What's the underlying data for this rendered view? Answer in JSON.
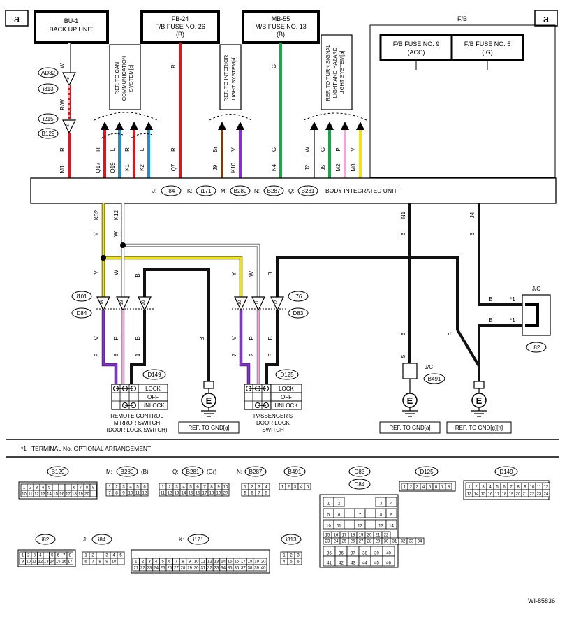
{
  "page": {
    "corner_left": "a",
    "corner_right": "a",
    "footer_id": "WI-85836"
  },
  "blocks": {
    "bu1_title": "BU-1",
    "bu1_sub": "BACK UP UNIT",
    "fb24_title": "FB-24",
    "fb24_sub": "F/B FUSE NO. 26",
    "fb24_color": "(B)",
    "mb55_title": "MB-55",
    "mb55_sub": "M/B FUSE NO. 13",
    "mb55_color": "(B)",
    "fb_label": "F/B",
    "fuse9_title": "F/B FUSE NO. 9",
    "fuse9_sub": "(ACC)",
    "fuse5_title": "F/B FUSE NO. 5",
    "fuse5_sub": "(IG)"
  },
  "refs": {
    "can": [
      "REF. TO CAN",
      "COMMUNICATION",
      "SYSTEM[c]"
    ],
    "interior": [
      "REF. TO INTERIOR",
      "LIGHT SYSTEM[d]"
    ],
    "turn": [
      "REF. TO TURN SIGNAL",
      "LIGHT AND HAZARD",
      "LIGHT SYSTEM[a]"
    ]
  },
  "wire_labels": {
    "bu_w": "W",
    "bu_rw": "R/W",
    "bu_r": "R",
    "fb24_r": "R",
    "mb55_g": "G",
    "q17": "R",
    "q19": "L",
    "k1": "R",
    "k2": "L",
    "q7": "R",
    "j9": "Br",
    "k10": "V",
    "n4": "G",
    "j2": "W",
    "j5": "G",
    "m2": "P",
    "m8": "Y",
    "k32": "Y",
    "k12": "W",
    "n1": "B",
    "j4": "B",
    "y2": "Y",
    "w2": "W",
    "b2": "B",
    "y3": "Y",
    "w3": "W",
    "b3": "B",
    "jc_b1": "B",
    "jc_b2": "B",
    "jc_b3": "B",
    "jc_b4": "B",
    "v1": "V",
    "p1": "P",
    "bb1": "B",
    "v2": "V",
    "p2": "P",
    "bb2": "B",
    "gnd_b": "B"
  },
  "pins": {
    "m1": "M1",
    "q17": "Q17",
    "q19": "Q19",
    "k1": "K1",
    "k2": "K2",
    "q7": "Q7",
    "j9": "J9",
    "k10": "K10",
    "n4": "N4",
    "j2": "J2",
    "j5": "J5",
    "m2": "M2",
    "m8": "M8",
    "k32": "K32",
    "k12": "K12",
    "n1": "N1",
    "j4": "J4",
    "p9": "9",
    "p8": "8",
    "p1": "1",
    "p7": "7",
    "p2": "2",
    "p3": "3",
    "p5": "5",
    "c5": "5",
    "c8": "8",
    "c18": "18",
    "c19": "19",
    "c20": "20",
    "c10": "10",
    "c11": "11",
    "c12": "12"
  },
  "connectors": {
    "ad32": "AD32",
    "i313": "i313",
    "i215": "i215",
    "b129": "B129",
    "i101": "i101",
    "d84": "D84",
    "i76": "i76",
    "d83": "D83",
    "d149": "D149",
    "d125": "D125",
    "b491": "B491",
    "i82": "i82"
  },
  "biu": {
    "title": "BODY INTEGRATED UNIT",
    "j_prefix": "J:",
    "j_conn": "i84",
    "k_prefix": "K:",
    "k_conn": "i171",
    "m_prefix": "M:",
    "m_conn": "B280",
    "n_prefix": "N:",
    "n_conn": "B287",
    "q_prefix": "Q:",
    "q_conn": "B281"
  },
  "switches": {
    "lock": "LOCK",
    "off": "OFF",
    "unlock": "UNLOCK",
    "rc_name": [
      "REMOTE CONTROL",
      "MIRROR SWITCH",
      "(DOOR LOCK SWITCH)"
    ],
    "pd_name": [
      "PASSENGER'S",
      "DOOR LOCK",
      "SWITCH"
    ]
  },
  "grounds": {
    "e": "E",
    "ref_g": "REF. TO GND[g]",
    "ref_a": "REF. TO GND[a]",
    "ref_gh": "REF. TO GND[g][h]"
  },
  "jc": {
    "label1": "J/C",
    "label2": "J/C",
    "star1": "*1",
    "star2": "*1"
  },
  "note": "*1 : TERMINAL No. OPTIONAL ARRANGEMENT",
  "legend": {
    "b129": "B129",
    "m_prefix": "M:",
    "b280": "B280",
    "b280_color": "(B)",
    "q_prefix": "Q:",
    "b281": "B281",
    "b281_color": "(Gr)",
    "n_prefix": "N:",
    "b287": "B287",
    "b491": "B491",
    "d83": "D83",
    "d84": "D84",
    "d125": "D125",
    "d149": "D149",
    "i82": "i82",
    "j_prefix": "J:",
    "i84": "i84",
    "k_prefix": "K:",
    "i171": "i171",
    "i313": "i313"
  },
  "colors": {
    "red": "#e0141c",
    "blue": "#1e8fd8",
    "green": "#17a84a",
    "yellow": "#f2e600",
    "violet": "#8a2be2",
    "pink": "#f0a8dc",
    "brown": "#7a3b12",
    "black": "#111111",
    "white_fill": "#ffffff",
    "pink_fill": "#f7c8ea"
  }
}
